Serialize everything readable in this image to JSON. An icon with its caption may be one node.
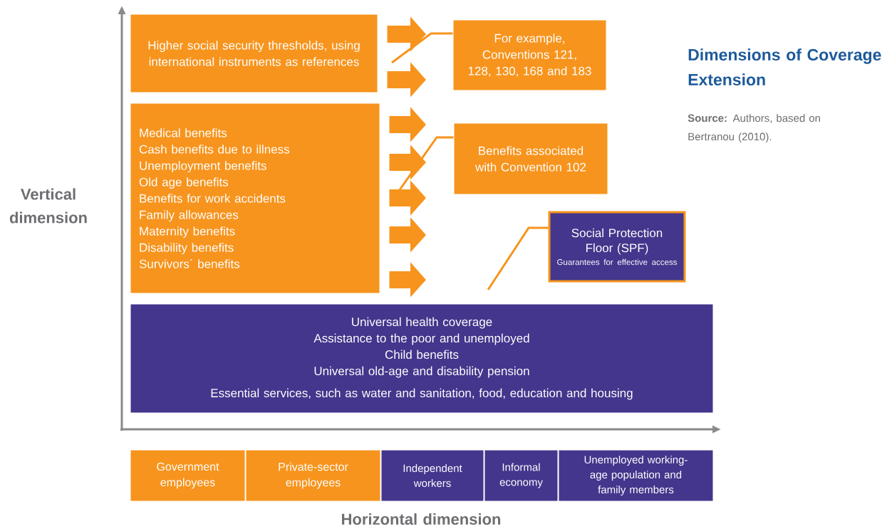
{
  "diagram": {
    "title": "Dimensions of Coverage Extension",
    "caption": "**Source:** Authors, based on Bertranou (2010).",
    "nodes": [
      {
        "text": [
          "Higher social security thresholds, using international instruments as references"
        ]
      },
      {
        "text": [
          "Medical benefits",
          "Cash benefits due to illness",
          "Unemployment benefits",
          "Old age benefits",
          "Benefits for work accidents",
          "Family allowances",
          "Maternity benefits",
          "Disability benefits",
          "Survivors´ benefits"
        ]
      },
      {
        "text": [
          "For example, Conventions 121, 128, 130, 168 and 183"
        ]
      },
      {
        "text": [
          "Benefits associated with Convention 102"
        ]
      },
      {
        "text": [
          "Social Protection Floor (SPF)",
          "Guarantees for effective access"
        ]
      },
      {
        "text": [
          "Universal health coverage",
          "Assistance to the poor and unemployed",
          "Child benefits",
          "Universal old-age and disability pension",
          "Essential services, such as water and sanitation, food, education and housing"
        ]
      },
      {
        "text": [
          "Government employees"
        ]
      },
      {
        "text": [
          "Private-sector employees"
        ]
      },
      {
        "text": [
          "Independent workers"
        ]
      },
      {
        "text": [
          "Informal economy"
        ]
      },
      {
        "text": [
          "Unemployed working-age population and family members"
        ]
      }
    ],
    "edges": [
      {
        "from": 0,
        "to": null,
        "arrow": "to"
      },
      {
        "from": 0,
        "to": null,
        "arrow": "to"
      },
      {
        "from": 1,
        "to": null,
        "arrow": "to"
      },
      {
        "from": 1,
        "to": null,
        "arrow": "to"
      },
      {
        "from": 1,
        "to": null,
        "arrow": "to"
      },
      {
        "from": 1,
        "to": null,
        "arrow": "to"
      },
      {
        "from": 1,
        "to": null,
        "arrow": "to"
      },
      {
        "from": 2,
        "to": null,
        "arrow": "none"
      },
      {
        "from": 3,
        "to": null,
        "arrow": "none"
      },
      {
        "from": 4,
        "to": null,
        "arrow": "none"
      }
    ],
    "labels": [
      "Vertical dimension",
      "Horizontal dimension"
    ]
  }
}
